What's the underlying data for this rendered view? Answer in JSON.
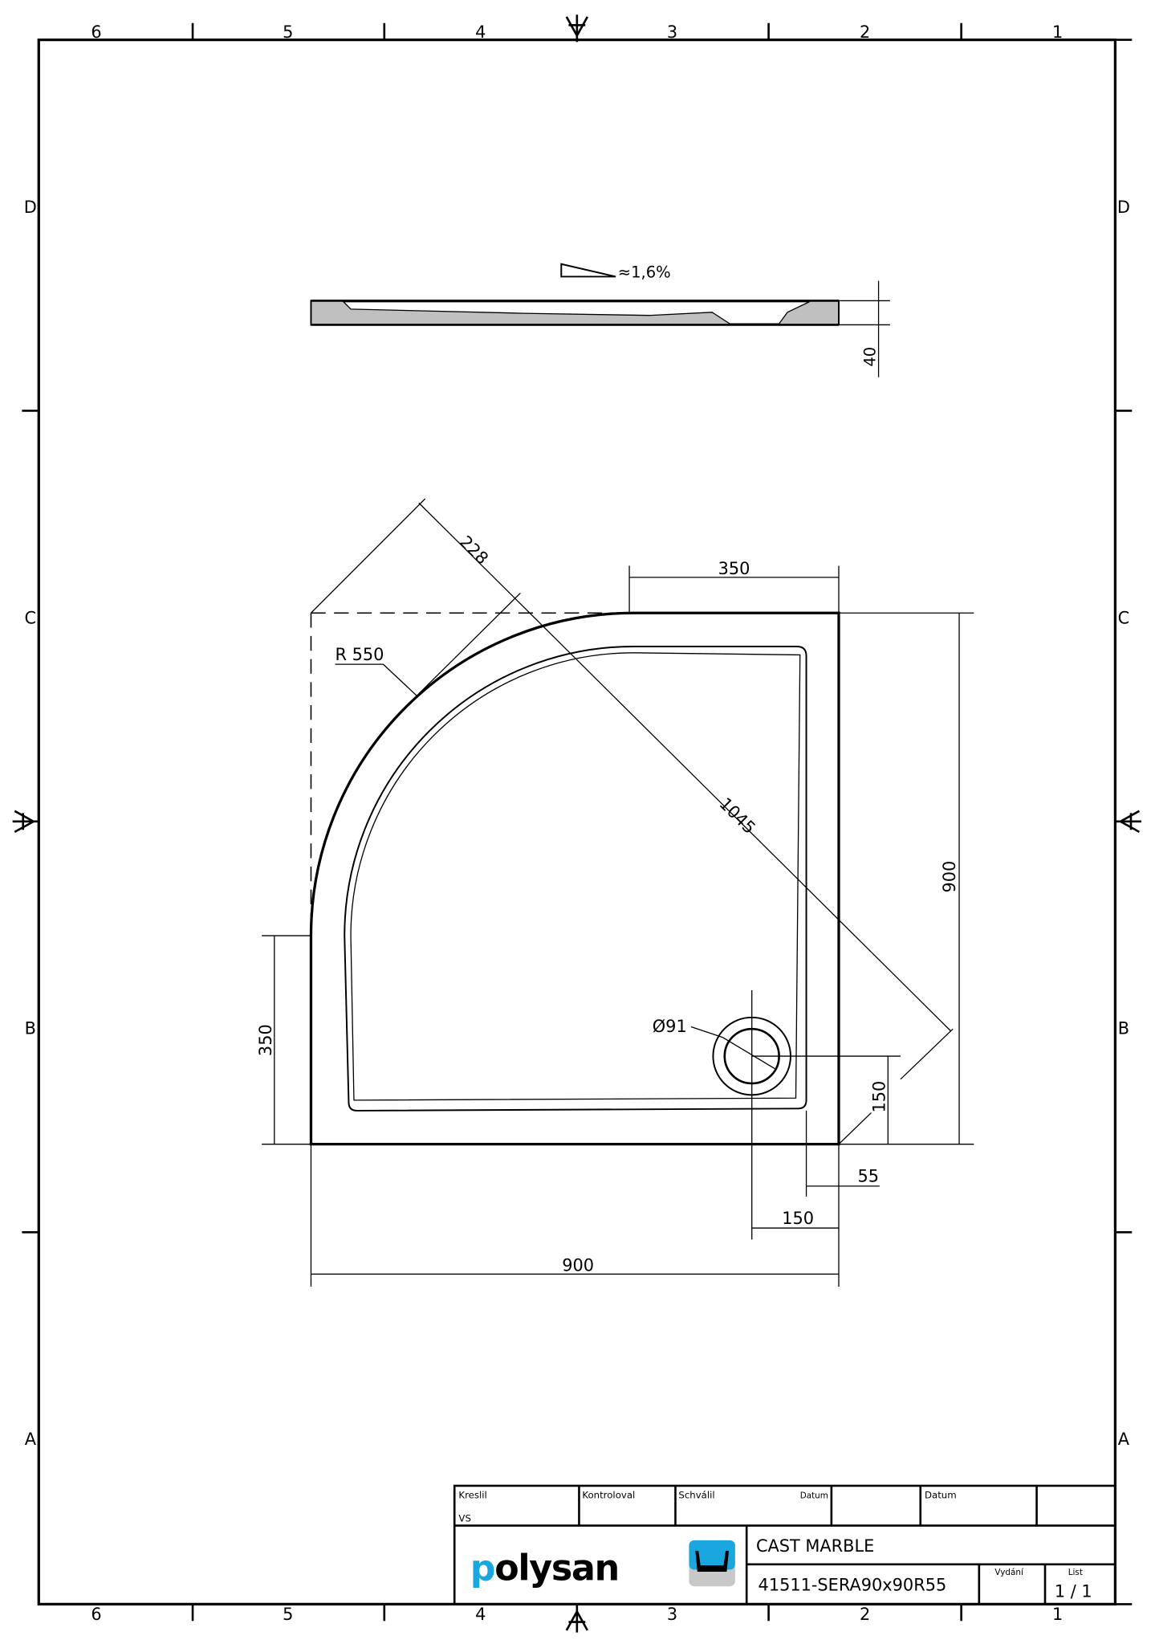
{
  "frame": {
    "columns": [
      "6",
      "5",
      "4",
      "3",
      "2",
      "1"
    ],
    "rows": [
      "D",
      "C",
      "B",
      "A"
    ]
  },
  "side_view": {
    "slope": "≈1,6%",
    "height_dim": "40"
  },
  "plan_view": {
    "dims": {
      "diag_offset": "228",
      "top_straight": "350",
      "radius": "R 550",
      "diagonal": "1045",
      "height": "900",
      "left_straight": "350",
      "drain_diameter": "Ø91",
      "drain_from_bottom": "150",
      "rim_width": "55",
      "drain_from_right": "150",
      "width": "900"
    }
  },
  "title_block": {
    "drawn_label": "Kreslil",
    "drawn_value": "VS",
    "checked_label": "Kontroloval",
    "approved_label": "Schválil",
    "date_label_1": "Datum",
    "date_label_2": "Datum",
    "logo_text": "polysan",
    "material": "CAST MARBLE",
    "drawing_number": "41511-SERA90x90R55",
    "issue_label": "Vydání",
    "sheet_label": "List",
    "sheet_value": "1 / 1",
    "colors": {
      "logo_blue": "#1aa7e0",
      "logo_gray": "#c8c8c8"
    }
  }
}
